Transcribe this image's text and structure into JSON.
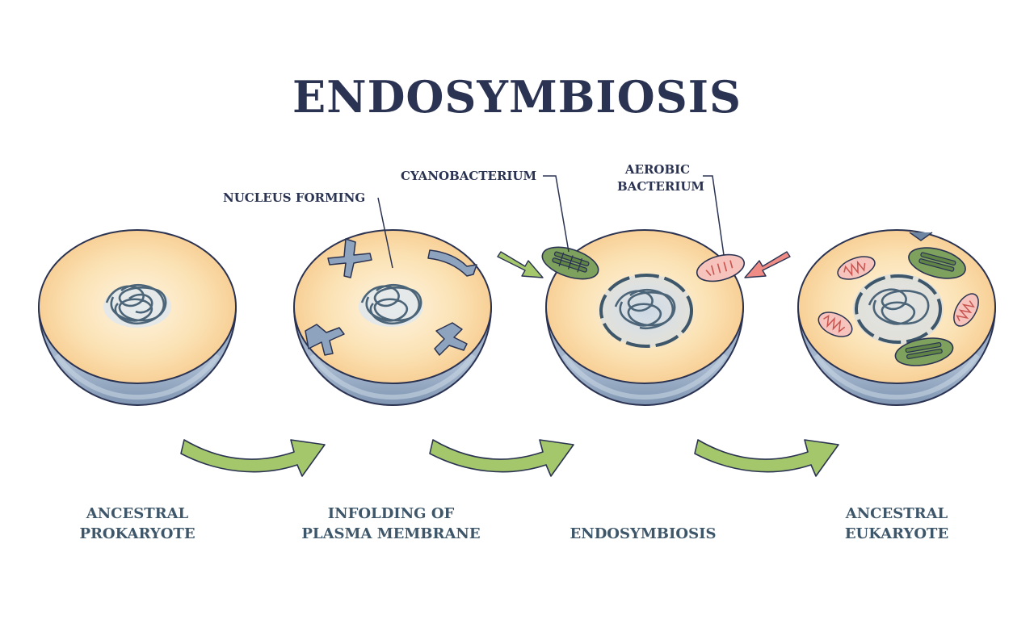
{
  "title": "ENDOSYMBIOSIS",
  "callouts": {
    "nucleus_forming": "NUCLEUS FORMING",
    "cyanobacterium": "CYANOBACTERIUM",
    "aerobic_line1": "AEROBIC",
    "aerobic_line2": "BACTERIUM"
  },
  "stages": [
    {
      "line1": "ANCESTRAL",
      "line2": "PROKARYOTE"
    },
    {
      "line1": "INFOLDING OF",
      "line2": "PLASMA MEMBRANE"
    },
    {
      "line1": "ENDOSYMBIOSIS",
      "line2": ""
    },
    {
      "line1": "ANCESTRAL",
      "line2": "EUKARYOTE"
    }
  ],
  "colors": {
    "title": "#2b3352",
    "label": "#3d566a",
    "shell": "#9db0c8",
    "shell_dark": "#6f86a3",
    "cytoplasm": "#f8cf8f",
    "cytoplasm_center": "#fdf1da",
    "dna": "#4b6478",
    "arrow": "#a4c76b",
    "mitochondria": "#f4b6b0",
    "chloroplast": "#7ea15d"
  }
}
